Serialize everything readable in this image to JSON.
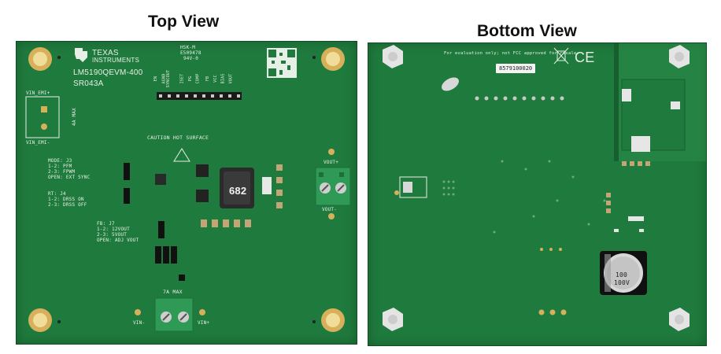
{
  "titles": {
    "top": "Top View",
    "bottom": "Bottom View"
  },
  "top_board": {
    "brand_line1": "TEXAS",
    "brand_line2": "INSTRUMENTS",
    "model": "LM5190QEVM-400",
    "revision": "SR043A",
    "hsk": "HSK-M",
    "lot": "E509478",
    "rating": "94V-0",
    "caution": "CAUTION HOT SURFACE",
    "vin_emi_plus": "VIN_EMI+",
    "vin_emi_minus": "VIN_EMI-",
    "amp_max_4": "4A MAX",
    "amp_max_7": "7A MAX",
    "vout_plus": "VOUT+",
    "vout_minus": "VOUT-",
    "vin_minus": "VIN-",
    "vin_plus": "VIN+",
    "inductor_code": "682",
    "mode_lines": [
      "MODE: J3",
      "1-2: PFM",
      "2-3: FPWM",
      "OPEN: EXT SYNC"
    ],
    "rt_lines": [
      "RT: J4",
      "1-2: DRSS ON",
      "2-3: DRSS OFF"
    ],
    "fb_lines": [
      "FB: J7",
      "1-2: 12VOUT",
      "2-3: 5VOUT",
      "OPEN: ADJ VOUT"
    ],
    "header_pins": [
      "EN",
      "AGND",
      "SYNCOUT",
      "ISET",
      "PG",
      "COMP",
      "FB",
      "VCC",
      "BIAS",
      "VOUT"
    ]
  },
  "bottom_board": {
    "notice": "For evaluation only; not FCC approved for resale.",
    "serial": "8579100020",
    "ce_mark": "CE",
    "cap_value": "100",
    "cap_voltage": "100V"
  },
  "colors": {
    "pcb": "#1f7a3d",
    "silkscreen": "#e8efe6",
    "gold_pad": "#d8b05c",
    "terminal_green": "#2e9a56"
  }
}
